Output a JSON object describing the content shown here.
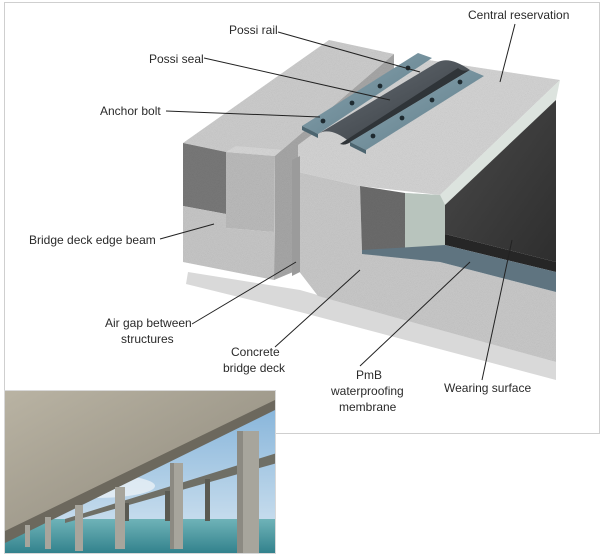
{
  "labels": {
    "possi_rail": "Possi rail",
    "central_reservation": "Central reservation",
    "possi_seal": "Possi seal",
    "anchor_bolt": "Anchor bolt",
    "edge_beam": "Bridge deck edge beam",
    "air_gap_1": "Air gap between",
    "air_gap_2": "structures",
    "concrete_1": "Concrete",
    "concrete_2": "bridge deck",
    "pmb_1": "PmB",
    "pmb_2": "waterproofing",
    "pmb_3": "membrane",
    "wearing_surface": "Wearing surface"
  },
  "colors": {
    "concrete_light": "#d4d4d4",
    "concrete_mid": "#bdbdbd",
    "concrete_dark": "#7a7a7a",
    "rail": "#6f8c99",
    "seal": "#4b5156",
    "asphalt": "#3c3c3c",
    "membrane": "#5f7480",
    "kerb": "#c9d3cd"
  }
}
